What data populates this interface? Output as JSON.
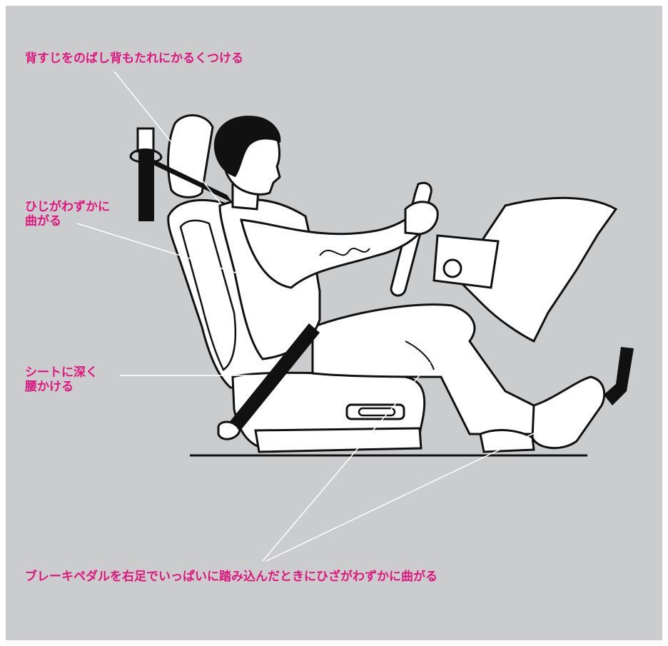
{
  "colors": {
    "background": "#cbccce",
    "label": "#e2147e",
    "line": "#ffffff",
    "ink": "#111111"
  },
  "labels": {
    "posture": "背すじをのばし背もたれにかるくつける",
    "elbow": "ひじがわずかに\n曲がる",
    "seat": "シートに深く\n腰かける",
    "brake": "ブレーキペダルを右足でいっぱいに踏み込んだときにひざがわずかに曲がる"
  }
}
